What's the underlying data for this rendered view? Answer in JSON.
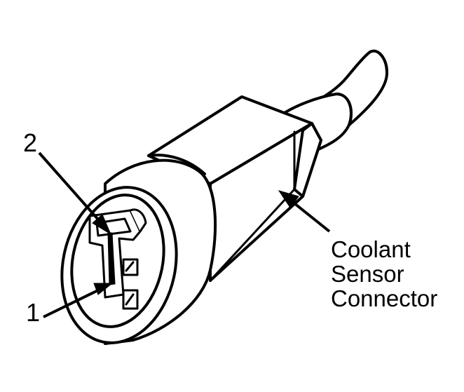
{
  "callouts": {
    "terminal_2": "2",
    "terminal_1": "1"
  },
  "caption": {
    "line1": "Coolant",
    "line2": "Sensor",
    "line3": "Connector"
  },
  "colors": {
    "ink": "#000000",
    "paper": "#ffffff"
  }
}
